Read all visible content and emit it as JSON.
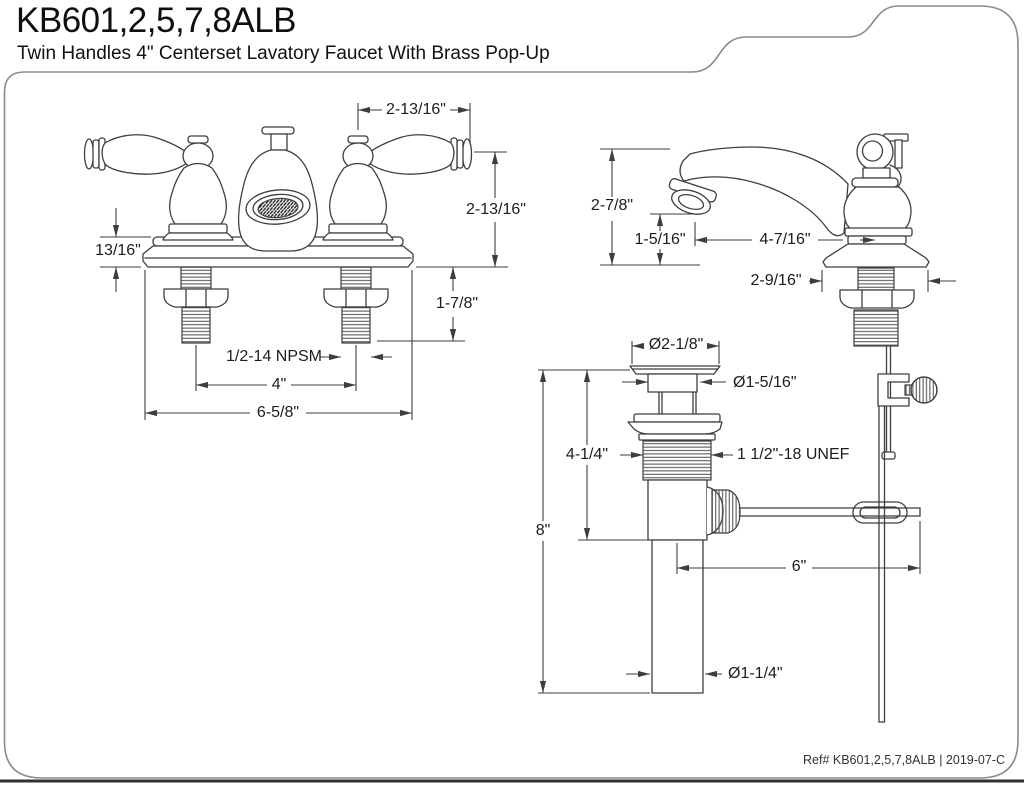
{
  "page": {
    "title": "KB601,2,5,7,8ALB",
    "subtitle": "Twin Handles 4\" Centerset Lavatory Faucet With Brass Pop-Up",
    "ref": "Ref# KB601,2,5,7,8ALB | 2019-07-C"
  },
  "views": {
    "front": {
      "dims": {
        "handle_spread": "2-13/16\"",
        "handle_height": "2-13/16\"",
        "deck_thickness": "13/16\"",
        "shank_length": "1-7/8\"",
        "shank_thread": "1/2-14 NPSM",
        "center_distance": "4\"",
        "overall_width": "6-5/8\""
      }
    },
    "side": {
      "dims": {
        "overall_height": "2-7/8\"",
        "outlet_height": "1-5/16\"",
        "spout_reach": "4-7/16\"",
        "base_depth": "2-9/16\""
      }
    },
    "drain": {
      "dims": {
        "flange_diameter": "Ø2-1/8\"",
        "stopper_diameter": "Ø1-5/16\"",
        "upper_body_length": "4-1/4\"",
        "drain_thread": "1 1/2\"-18 UNEF",
        "overall_length": "8\"",
        "rod_length": "6\"",
        "tailpiece_diameter": "Ø1-1/4\""
      }
    }
  },
  "colors": {
    "line": "#3e3e3e",
    "text": "#1c1c1c",
    "frame": "#8b8b8b",
    "background": "#ffffff"
  }
}
